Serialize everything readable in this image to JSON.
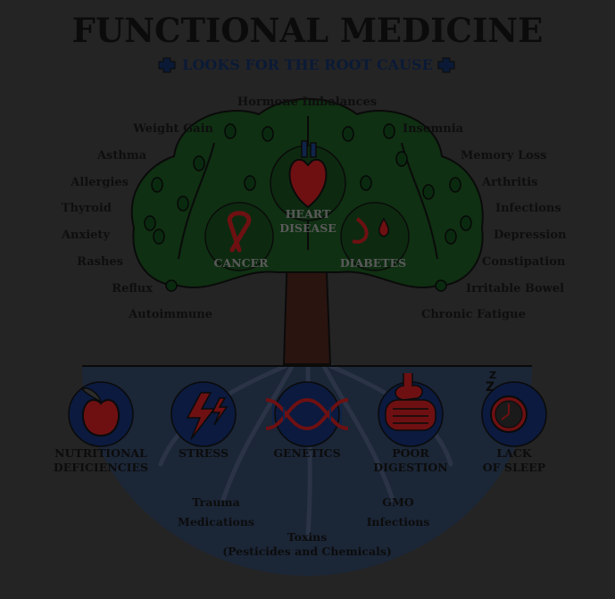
{
  "header": {
    "title": "FUNCTIONAL MEDICINE",
    "subtitle": "LOOKS FOR THE ROOT CAUSE"
  },
  "tree": {
    "top_label": "Hormone Imbalances",
    "left_labels": [
      "Weight Gain",
      "Asthma",
      "Allergies",
      "Thyroid",
      "Anxiety",
      "Rashes",
      "Reflux",
      "Autoimmune"
    ],
    "right_labels": [
      "Insomnia",
      "Memory Loss",
      "Arthritis",
      "Infections",
      "Depression",
      "Constipation",
      "Irritable Bowel",
      "Chronic Fatigue"
    ],
    "canopy_conditions": {
      "heart_line1": "HEART",
      "heart_line2": "DISEASE",
      "cancer": "CANCER",
      "diabetes": "DIABETES"
    }
  },
  "roots": {
    "causes": [
      {
        "line1": "NUTRITIONAL",
        "line2": "DEFICIENCIES",
        "icon": "apple-icon"
      },
      {
        "line1": "STRESS",
        "line2": "",
        "icon": "lightning-icon"
      },
      {
        "line1": "GENETICS",
        "line2": "",
        "icon": "dna-icon"
      },
      {
        "line1": "POOR",
        "line2": "DIGESTION",
        "icon": "digestive-system-icon"
      },
      {
        "line1": "LACK",
        "line2": "OF SLEEP",
        "icon": "alarm-clock-icon"
      }
    ],
    "other": {
      "trauma": "Trauma",
      "medications": "Medications",
      "gmo": "GMO",
      "infections": "Infections",
      "toxins_line1": "Toxins",
      "toxins_line2": "(Pesticides and Chemicals)"
    }
  },
  "colors": {
    "background": "#252424",
    "soil": "#1b2637",
    "canopy": "#0f3012",
    "trunk": "#2a1410",
    "circle": "#0b1a3e",
    "accent_red": "#6e1012",
    "title_navy": "#0a1a36"
  }
}
